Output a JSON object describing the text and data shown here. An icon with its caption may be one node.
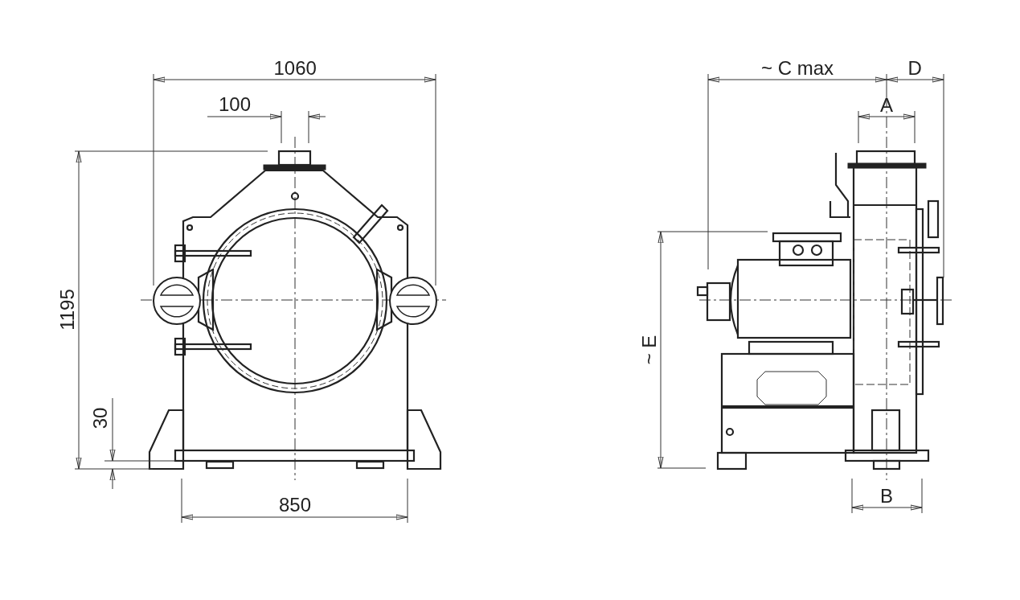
{
  "diagram": {
    "labels": [
      "1060",
      "~ C max",
      "D",
      "100",
      "A",
      "1195",
      "~ E",
      "30",
      "850",
      "B"
    ]
  }
}
